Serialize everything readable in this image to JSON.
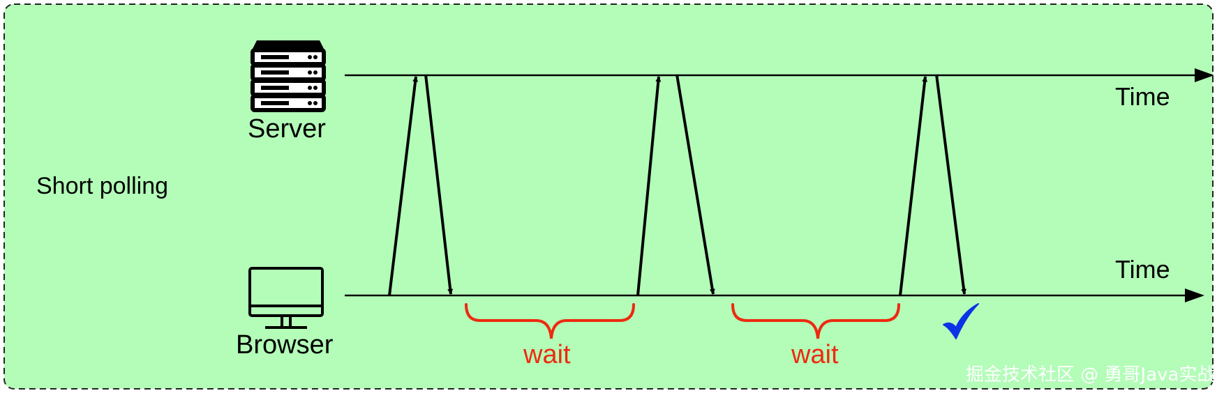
{
  "title": "Short polling",
  "server": {
    "label": "Server",
    "icon": "server-icon"
  },
  "browser": {
    "label": "Browser",
    "icon": "monitor-icon"
  },
  "timeline_labels": {
    "server_time": "Time",
    "browser_time": "Time"
  },
  "waits": [
    {
      "label": "wait"
    },
    {
      "label": "wait"
    }
  ],
  "success_mark": {
    "icon": "checkmark-icon"
  },
  "watermark": "掘金技术社区 @ 勇哥Java实战",
  "colors": {
    "background": "#b3fdb8",
    "border": "#222222",
    "line": "#000000",
    "wait": "#ee2a10",
    "check": "#0a34e6"
  }
}
